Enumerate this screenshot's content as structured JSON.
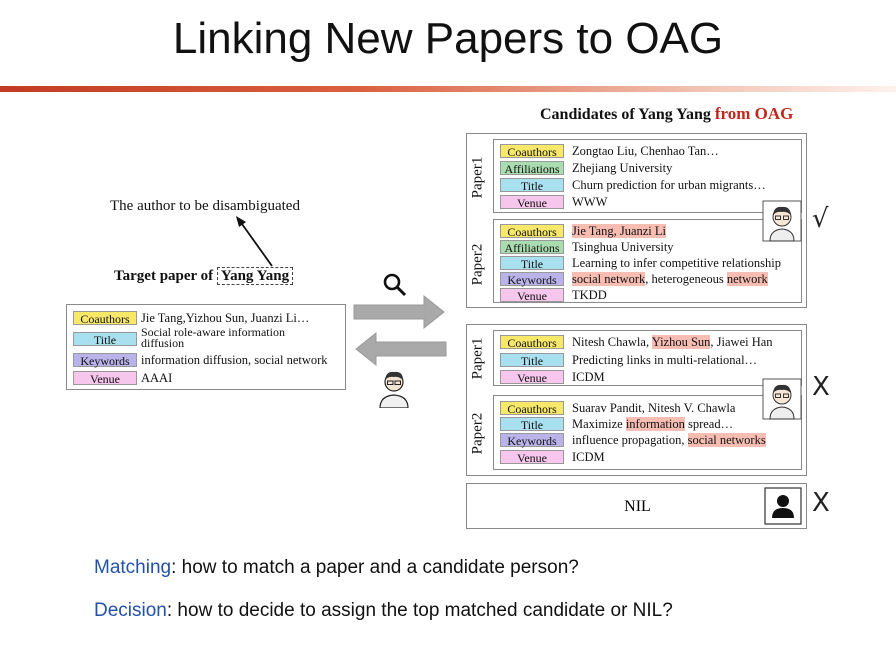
{
  "title": "Linking New Papers to OAG",
  "candidates_header": {
    "prefix": "Candidates of Yang Yang",
    "suffix": "from OAG"
  },
  "author_caption": "The author to be disambiguated",
  "target_caption": {
    "prefix": "Target paper of",
    "name": "Yang Yang"
  },
  "target_paper": {
    "coauthors_tag": "Coauthors",
    "coauthors": "Jie Tang,Yizhou Sun, Juanzi Li…",
    "title_tag": "Title",
    "title_l1": "Social role-aware information",
    "title_l2": "diffusion",
    "keywords_tag": "Keywords",
    "keywords": "information diffusion, social network",
    "venue_tag": "Venue",
    "venue": "AAAI"
  },
  "cand1": {
    "p1_label": "Paper1",
    "p1": {
      "coauthors_tag": "Coauthors",
      "coauthors": "Zongtao Liu, Chenhao Tan…",
      "affil_tag": "Affiliations",
      "affil": "Zhejiang University",
      "title_tag": "Title",
      "title": "Churn prediction for urban migrants…",
      "venue_tag": "Venue",
      "venue": "WWW"
    },
    "p2_label": "Paper2",
    "p2": {
      "coauthors_tag": "Coauthors",
      "coauthors": "Jie Tang, Juanzi Li",
      "affil_tag": "Affiliations",
      "affil": "Tsinghua University",
      "title_tag": "Title",
      "title": "Learning to infer competitive relationship",
      "keywords_tag": "Keywords",
      "kw_a": "social network",
      "kw_b": ", heterogeneous ",
      "kw_c": "network",
      "venue_tag": "Venue",
      "venue": "TKDD"
    },
    "mark": "√"
  },
  "cand2": {
    "p1_label": "Paper1",
    "p1": {
      "coauthors_tag": "Coauthors",
      "co_a": "Nitesh Chawla, ",
      "co_b": "Yizhou Sun",
      "co_c": ", Jiawei Han",
      "title_tag": "Title",
      "title": "Predicting links in multi-relational…",
      "venue_tag": "Venue",
      "venue": "ICDM"
    },
    "p2_label": "Paper2",
    "p2": {
      "coauthors_tag": "Coauthors",
      "coauthors": "Suarav Pandit, Nitesh V. Chawla",
      "title_tag": "Title",
      "ti_a": "Maximize ",
      "ti_b": "information",
      "ti_c": " spread…",
      "keywords_tag": "Keywords",
      "kw_a": "influence propagation, ",
      "kw_b": "social networks",
      "venue_tag": "Venue",
      "venue": "ICDM"
    },
    "mark": "X"
  },
  "nil": {
    "label": "NIL",
    "mark": "X"
  },
  "matching": {
    "keyword": "Matching",
    "text": ": how to match a paper and a candidate person?"
  },
  "decision": {
    "keyword": "Decision",
    "text": ": how to decide to assign the top matched candidate or NIL?"
  },
  "colors": {
    "accent_red": "#c0281b",
    "question_blue": "#2251a8"
  },
  "icons": [
    "search-icon",
    "person-avatar-icon",
    "nil-avatar-icon",
    "check-mark",
    "cross-mark"
  ]
}
